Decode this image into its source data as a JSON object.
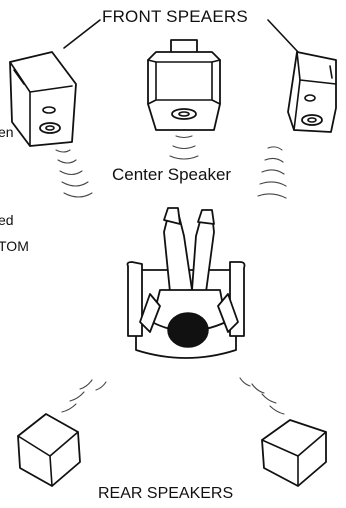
{
  "labels": {
    "front": "FRONT SPEAERS",
    "center": "Center Speaker",
    "rear": "REAR SPEAKERS"
  },
  "cut_text": {
    "line1": "en",
    "line2": "ed",
    "line3": "TOM"
  }
}
